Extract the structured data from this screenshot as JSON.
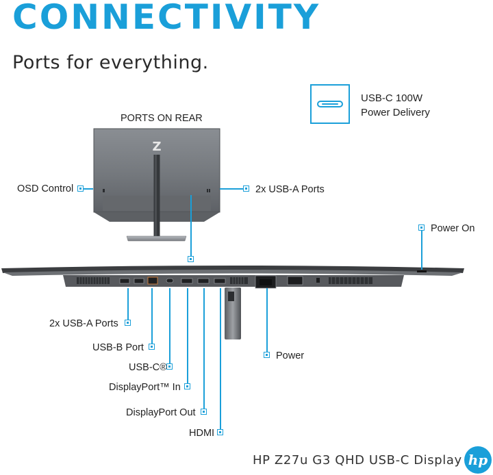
{
  "heading": {
    "title": "CONNECTIVITY",
    "subtitle": "Ports for everything."
  },
  "usbc_callout": {
    "icon": "usb-c-icon",
    "line1": "USB-C 100W",
    "line2": "Power Delivery"
  },
  "rear_view": {
    "heading": "PORTS ON REAR",
    "logo_letter": "Z",
    "osd_control": "OSD Control",
    "usb_a_ports": "2x USB-A Ports"
  },
  "bottom_view": {
    "power_on": "Power On",
    "usb_a_ports": "2x USB-A Ports",
    "usb_b_port": "USB-B Port",
    "usb_c": "USB-C®",
    "displayport_in": "DisplayPort™ In",
    "displayport_out": "DisplayPort Out",
    "hdmi": "HDMI",
    "power": "Power"
  },
  "footer": {
    "product_name": "HP Z27u G3 QHD USB-C Display",
    "logo_text": "hp"
  },
  "colors": {
    "accent": "#1a9fd9",
    "text": "#222222"
  }
}
